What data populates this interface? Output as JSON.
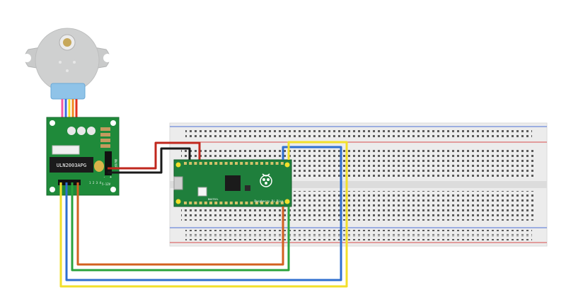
{
  "driver_board": {
    "chip_label": "ULN2003APG",
    "pins_label": "1 2 3 4",
    "power_label": "5-12V",
    "header_label": "ON/OFF",
    "side_labels": [
      "-",
      "+"
    ]
  },
  "pico_board": {
    "brand_label": "Raspberry Pi Pico",
    "bootsel_label": "BOOTSEL",
    "logo_icon": "raspberry-logo-icon"
  },
  "wire_colors": {
    "red": "#c0271d",
    "black": "#1a1a1a",
    "orange": "#d2611f",
    "green": "#2aa33c",
    "blue": "#2f6fcf",
    "yellow": "#f2df2a",
    "motor_pink": "#f35ba3",
    "motor_blue": "#3d6be0",
    "motor_yellow": "#f2df2a",
    "motor_orange": "#f08a1d",
    "motor_red": "#e0321d"
  },
  "colors": {
    "pcb_green": "#1f8a3a",
    "pico_green": "#1f7f3c",
    "breadboard": "#ececec",
    "rail_red": "#d84b4b",
    "rail_blue": "#4d6fd6",
    "motor_body": "#cfd0d0",
    "motor_cap": "#8fc3e8"
  }
}
